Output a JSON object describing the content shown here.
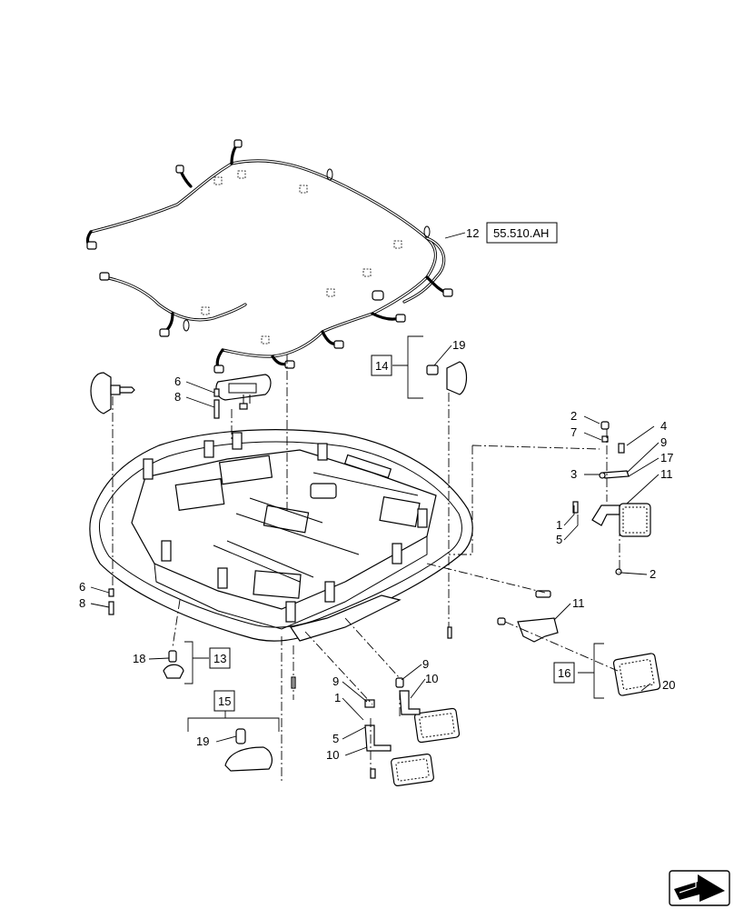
{
  "callouts": {
    "c1a": "1",
    "c1b": "1",
    "c2a": "2",
    "c2b": "2",
    "c3": "3",
    "c4": "4",
    "c5a": "5",
    "c5b": "5",
    "c6a": "6",
    "c6b": "6",
    "c7": "7",
    "c8a": "8",
    "c8b": "8",
    "c9a": "9",
    "c9b": "9",
    "c9c": "9",
    "c10a": "10",
    "c10b": "10",
    "c11a": "11",
    "c11b": "11",
    "c12": "12",
    "c17": "17",
    "c18": "18",
    "c19a": "19",
    "c19b": "19",
    "c20": "20"
  },
  "reference_label": "55.510.AH",
  "group_boxes": {
    "g13": "13",
    "g14": "14",
    "g15": "15",
    "g16": "16"
  },
  "icons": {
    "page_navigation": "next-page-arrow-icon"
  }
}
